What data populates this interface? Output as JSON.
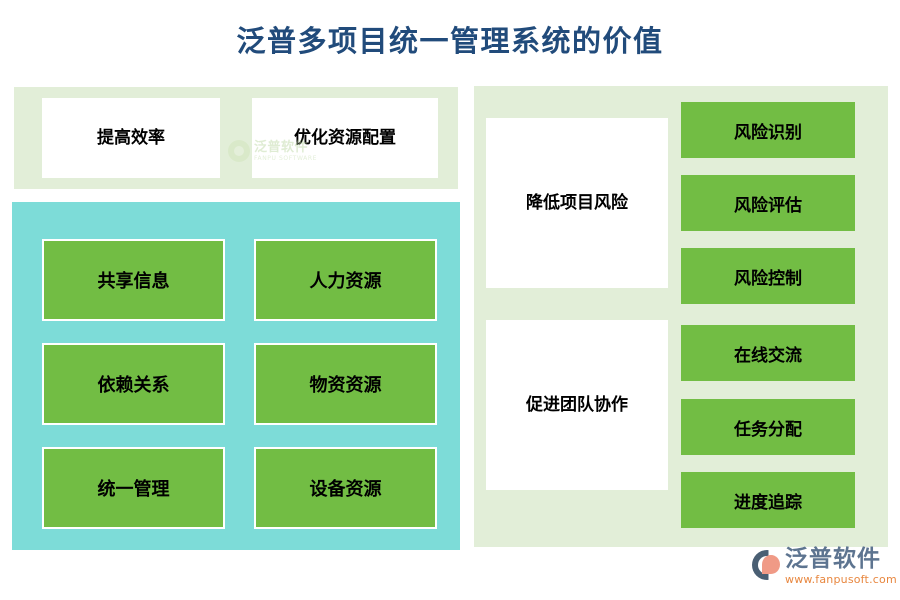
{
  "title": "泛普多项目统一管理系统的价值",
  "colors": {
    "title_text": "#214b7b",
    "panel_light_green": "#e2eed8",
    "panel_turquoise": "#7ddcd8",
    "box_green": "#72bd44",
    "card_white": "#ffffff",
    "brand_text": "#5d7490",
    "brand_url": "#e8873f"
  },
  "benefits_panel": {
    "cards": [
      {
        "label": "提高效率"
      },
      {
        "label": "优化资源配置"
      }
    ],
    "watermark": {
      "cn": "泛普软件",
      "en": "FANPU SOFTWARE",
      "mark_icon": "fanpu-logo-icon"
    }
  },
  "resources_panel": {
    "boxes": [
      {
        "label": "共享信息"
      },
      {
        "label": "人力资源"
      },
      {
        "label": "依赖关系"
      },
      {
        "label": "物资资源"
      },
      {
        "label": "统一管理"
      },
      {
        "label": "设备资源"
      }
    ]
  },
  "right_panel": {
    "groups": [
      {
        "category": "降低项目风险",
        "items": [
          {
            "label": "风险识别"
          },
          {
            "label": "风险评估"
          },
          {
            "label": "风险控制"
          }
        ]
      },
      {
        "category": "促进团队协作",
        "items": [
          {
            "label": "在线交流"
          },
          {
            "label": "任务分配"
          },
          {
            "label": "进度追踪"
          }
        ]
      }
    ]
  },
  "brand": {
    "name": "泛普软件",
    "url": "www.fanpusoft.com",
    "mark_icon": "fanpu-logo-icon"
  }
}
